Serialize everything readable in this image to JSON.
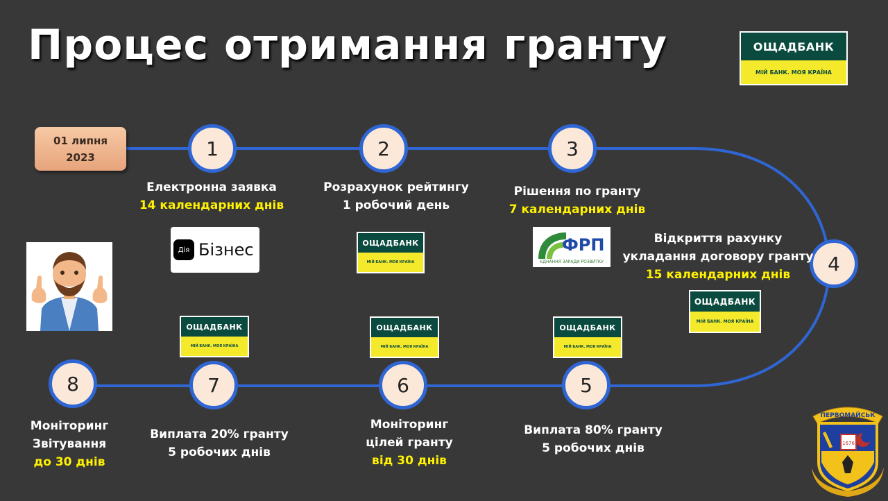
{
  "page": {
    "title": "Процес отримання гранту"
  },
  "brand": {
    "name": "ОЩАДБАНК",
    "tagline": "МІЙ БАНК. МОЯ КРАЇНА",
    "colors": {
      "dark_green": "#0b4a3e",
      "yellow": "#f4e92b"
    }
  },
  "start": {
    "line1": "01 липня",
    "line2": "2023"
  },
  "steps": [
    {
      "num": "1",
      "title": "Електронна заявка",
      "detail": "14 календарних днів"
    },
    {
      "num": "2",
      "title": "Розрахунок рейтингу",
      "detail": "1 робочий день"
    },
    {
      "num": "3",
      "title": "Рішення по гранту",
      "detail": "7 календарних днів"
    },
    {
      "num": "4",
      "title": "Відкриття рахунку",
      "title2": "укладання договору гранту",
      "detail": "15 календарних днів"
    },
    {
      "num": "5",
      "title": "Виплата 80% гранту",
      "detail": "5 робочих днів"
    },
    {
      "num": "6",
      "title": "Моніторинг",
      "title2": "цілей гранту",
      "detail": "від 30 днів"
    },
    {
      "num": "7",
      "title": "Виплата 20% гранту",
      "detail": "5 робочих днів"
    },
    {
      "num": "8",
      "title": "Моніторинг",
      "title2": "Звітування",
      "detail": "до 30 днів"
    }
  ],
  "logos": {
    "diia": {
      "mark": "Дія",
      "text": "Бізнес"
    },
    "frp": {
      "text": "ФРП",
      "subtitle": "ЄДНАННЯ ЗАРАДИ РОЗВИТКУ"
    },
    "coat_of_arms": {
      "city": "ПЕРВОМАЙСЬК",
      "year": "1676"
    }
  },
  "icons": [
    "thumbs-up-person-illustration",
    "coat-of-arms-icon"
  ],
  "colors": {
    "background": "#383838",
    "track": "#2f66d3",
    "highlight": "#fff200",
    "node_fill": "#fbe8d8"
  }
}
